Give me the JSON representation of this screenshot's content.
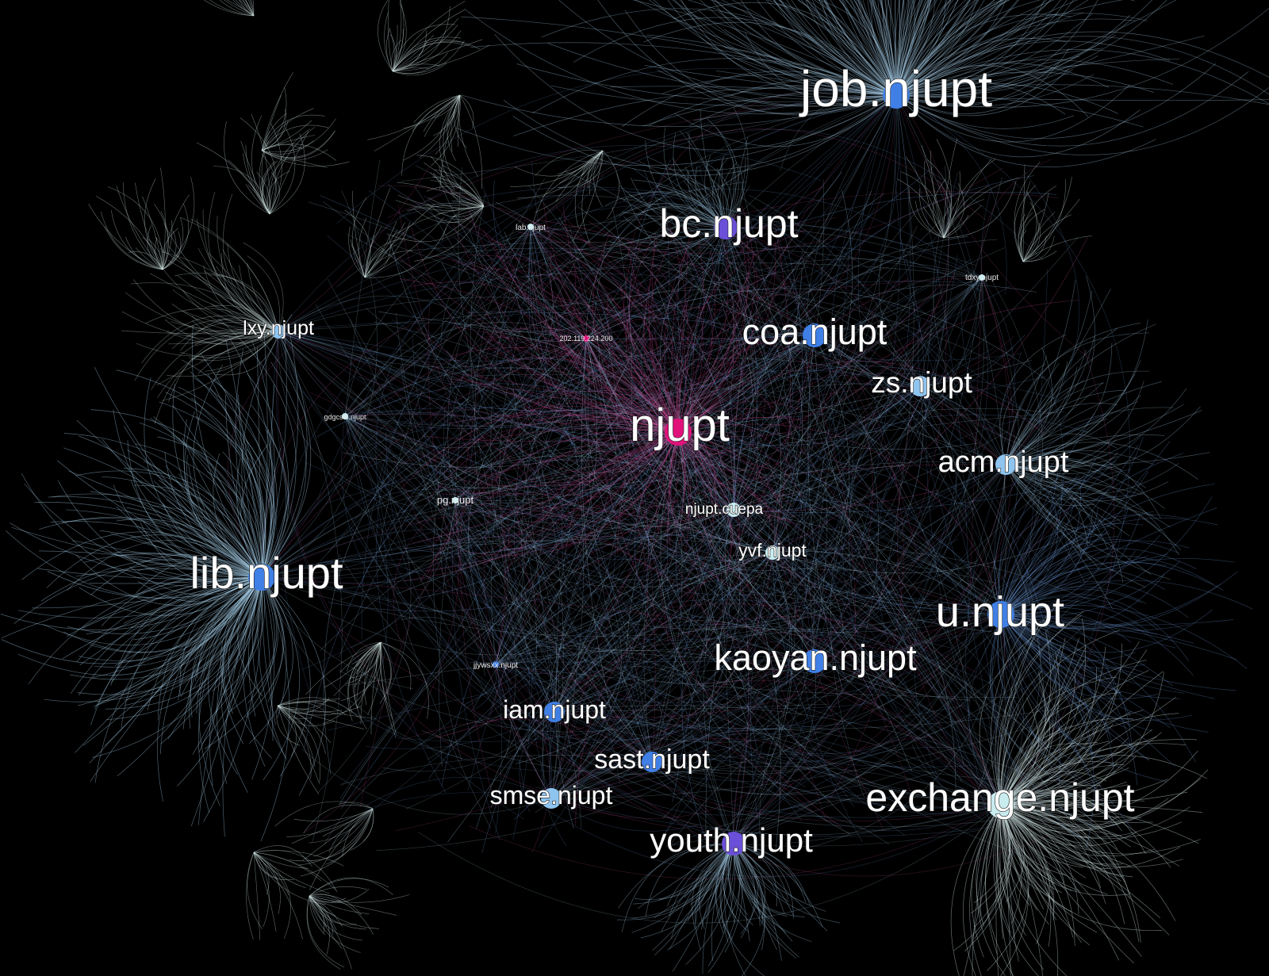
{
  "graph": {
    "colors": {
      "background": "#000000",
      "hub_magenta": "#e0127a",
      "hub_blue": "#3f7fe6",
      "hub_violet": "#6a4fd8",
      "hub_light": "#8fc4ef",
      "hub_pale": "#c9ecf0",
      "edge_blue": "#6f9fe0",
      "edge_light": "#a9d3ee",
      "edge_pink": "#d24e9a",
      "edge_pale": "#d6ecea"
    },
    "nodes": [
      {
        "id": "n-njupt",
        "label": "njupt",
        "color": "hub_magenta",
        "size": "xl"
      },
      {
        "id": "n-job",
        "label": "job.njupt",
        "color": "hub_blue",
        "size": "xl"
      },
      {
        "id": "n-bc",
        "label": "bc.njupt",
        "color": "hub_violet",
        "size": "l"
      },
      {
        "id": "n-coa",
        "label": "coa.njupt",
        "color": "hub_blue",
        "size": "l"
      },
      {
        "id": "n-zs",
        "label": "zs.njupt",
        "color": "hub_light",
        "size": "m"
      },
      {
        "id": "n-acm",
        "label": "acm.njupt",
        "color": "hub_light",
        "size": "m"
      },
      {
        "id": "n-lib",
        "label": "lib.njupt",
        "color": "hub_blue",
        "size": "xl"
      },
      {
        "id": "n-u",
        "label": "u.njupt",
        "color": "hub_blue",
        "size": "xl"
      },
      {
        "id": "n-kaoyan",
        "label": "kaoyan.njupt",
        "color": "hub_blue",
        "size": "l"
      },
      {
        "id": "n-exchange",
        "label": "exchange.njupt",
        "color": "hub_pale",
        "size": "xl"
      },
      {
        "id": "n-youth",
        "label": "youth.njupt",
        "color": "hub_violet",
        "size": "l"
      },
      {
        "id": "n-sast",
        "label": "sast.njupt",
        "color": "hub_blue",
        "size": "m"
      },
      {
        "id": "n-iam",
        "label": "iam.njupt",
        "color": "hub_blue",
        "size": "m"
      },
      {
        "id": "n-smse",
        "label": "smse.njupt",
        "color": "hub_light",
        "size": "m"
      },
      {
        "id": "n-lxy",
        "label": "lxy.njupt",
        "color": "hub_light",
        "size": "s"
      },
      {
        "id": "n-cuepa",
        "label": "njupt.cuepa",
        "color": "hub_pale",
        "size": "s"
      },
      {
        "id": "n-yvf",
        "label": "yvf.njupt",
        "color": "hub_pale",
        "size": "s"
      },
      {
        "id": "n-pg",
        "label": "pg.njupt",
        "color": "hub_pale",
        "size": "xs"
      },
      {
        "id": "n-lab",
        "label": "lab.njupt",
        "color": "hub_pale",
        "size": "xs"
      },
      {
        "id": "n-tdxy",
        "label": "tdxy.njupt",
        "color": "hub_pale",
        "size": "xs"
      },
      {
        "id": "n-ip",
        "label": "202.119.224.200",
        "color": "hub_magenta",
        "size": "xs"
      },
      {
        "id": "n-gdgcsts",
        "label": "gdgcsts.njupt",
        "color": "hub_pale",
        "size": "xs"
      },
      {
        "id": "n-jjywsxx",
        "label": "jjywsxx.njupt",
        "color": "hub_blue",
        "size": "xs"
      }
    ]
  }
}
